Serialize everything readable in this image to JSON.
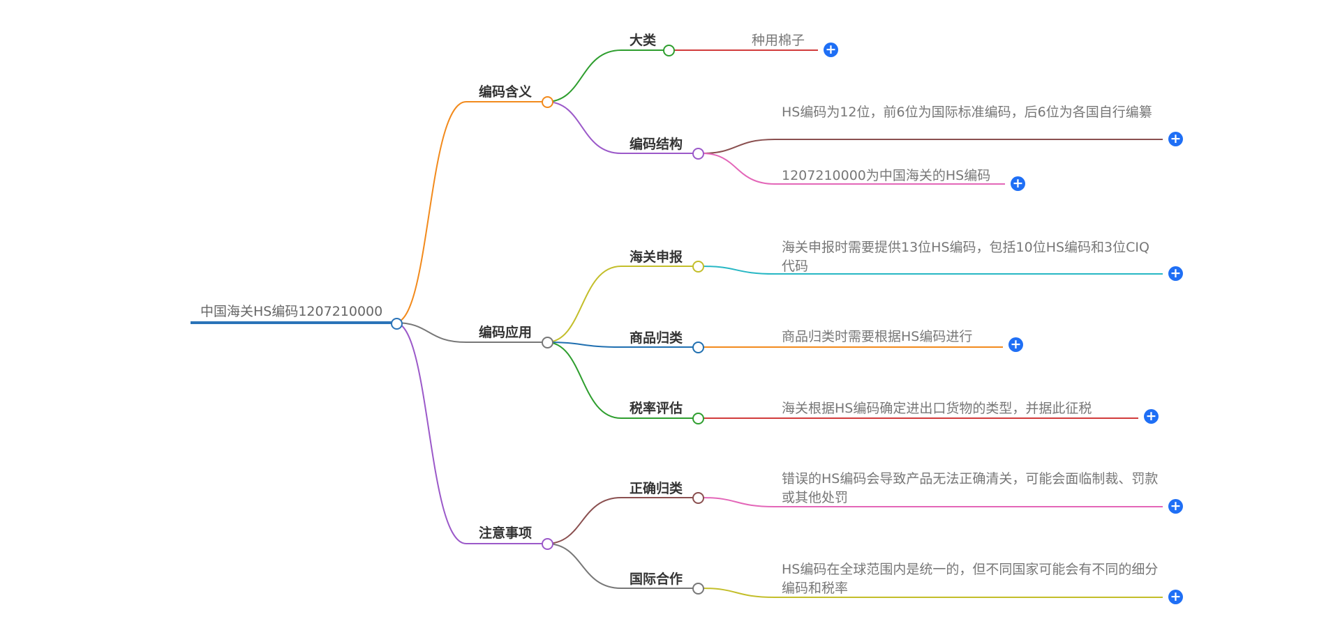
{
  "colors": {
    "root_line": "#2a73b8",
    "plus_button": "#1f6ff5"
  },
  "root": {
    "label": "中国海关HS编码1207210000",
    "color": "#2a73b8"
  },
  "branches": [
    {
      "label": "编码含义",
      "color": "#f28a1c",
      "children": [
        {
          "label": "大类",
          "color": "#2e9e2e",
          "leaves": [
            {
              "text": "种用棉子",
              "color": "#d13b3b"
            }
          ]
        },
        {
          "label": "编码结构",
          "color": "#9b59c9",
          "leaves": [
            {
              "text": "HS编码为12位，前6位为国际标准编码，后6位为各国自行编纂",
              "color": "#8a4f4f"
            },
            {
              "text": "1207210000为中国海关的HS编码",
              "color": "#e366b8"
            }
          ]
        }
      ]
    },
    {
      "label": "编码应用",
      "color": "#777777",
      "children": [
        {
          "label": "海关申报",
          "color": "#c3be2a",
          "leaves": [
            {
              "text": "海关申报时需要提供13位HS编码，包括10位HS编码和3位CIQ代码",
              "color": "#27b7c4"
            }
          ]
        },
        {
          "label": "商品归类",
          "color": "#1f6fb0",
          "leaves": [
            {
              "text": "商品归类时需要根据HS编码进行",
              "color": "#f28a1c"
            }
          ]
        },
        {
          "label": "税率评估",
          "color": "#2e9e2e",
          "leaves": [
            {
              "text": "海关根据HS编码确定进出口货物的类型，并据此征税",
              "color": "#d13b3b"
            }
          ]
        }
      ]
    },
    {
      "label": "注意事项",
      "color": "#9b59c9",
      "children": [
        {
          "label": "正确归类",
          "color": "#8a4f4f",
          "leaves": [
            {
              "text": "错误的HS编码会导致产品无法正确清关，可能会面临制裁、罚款或其他处罚",
              "color": "#e366b8"
            }
          ]
        },
        {
          "label": "国际合作",
          "color": "#777777",
          "leaves": [
            {
              "text": "HS编码在全球范围内是统一的，但不同国家可能会有不同的细分编码和税率",
              "color": "#c3be2a"
            }
          ]
        }
      ]
    }
  ],
  "plus_symbol": "+"
}
